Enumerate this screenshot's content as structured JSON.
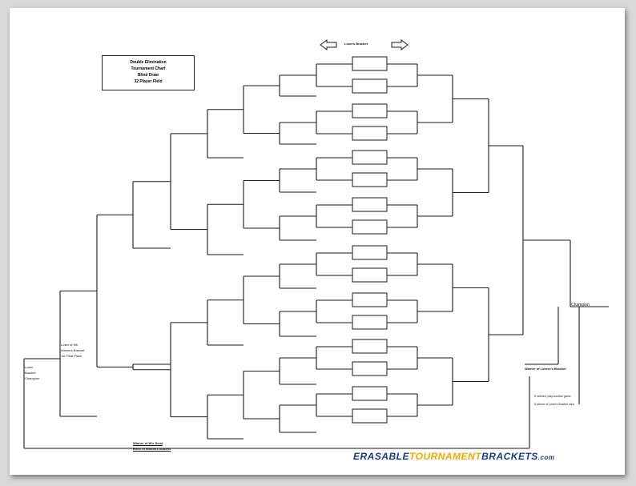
{
  "title_lines": [
    "Double Elimination",
    "Tournament Chart",
    "Blind Draw",
    "32 Player Field"
  ],
  "legend_label": "Losers Bracket",
  "champion_label": "Champion",
  "winner_label": "Winner of Losers's Bracket",
  "bottom_note_1": "Winner of W's Semi",
  "bottom_note_2": "Enter in Winners bracket",
  "left_stack": [
    "Loser",
    "Bracket",
    "Champion"
  ],
  "left_mid": [
    "Loser of 5th",
    "Winners Bracket",
    "1st Final Place"
  ],
  "right_notes": [
    "If needed, play another game",
    "If winner of Loser's Bracket wins"
  ],
  "logo": {
    "part1": "ERASABLE",
    "part2": "TOURNAMENT",
    "part3": "BRACKETS",
    "part4": ".com"
  },
  "colors": {
    "line": "#1a1a1a",
    "logo_blue": "#1a3a8a",
    "logo_gold": "#f2a900"
  }
}
